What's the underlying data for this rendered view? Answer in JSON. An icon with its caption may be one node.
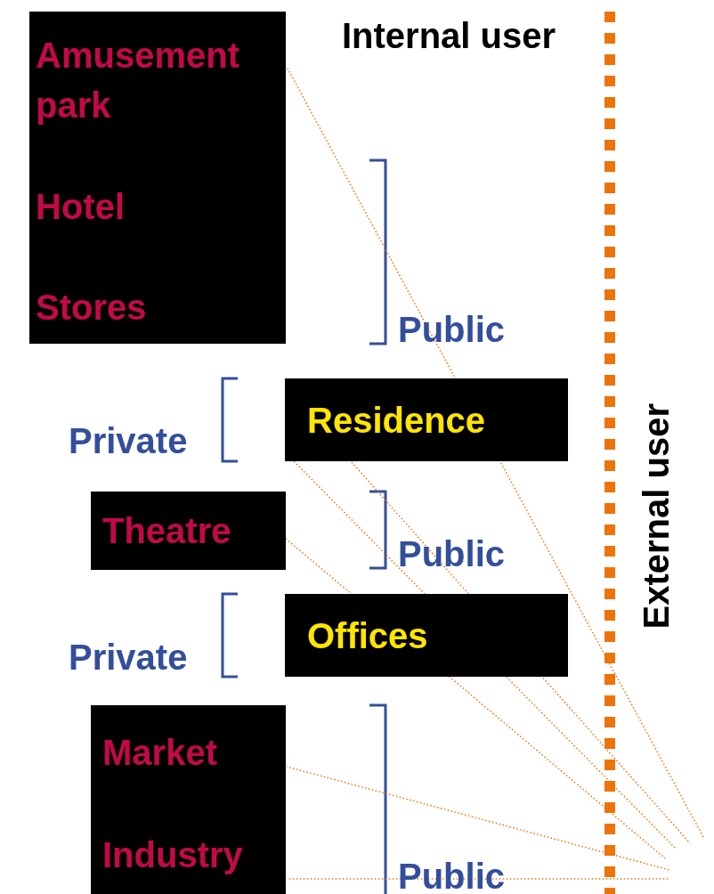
{
  "diagram": {
    "nodes": [
      {
        "text": [],
        "shape": "box"
      },
      {
        "text": [
          "Amusement park"
        ],
        "in": 0
      },
      {
        "text": [
          "Hotel"
        ],
        "in": 0
      },
      {
        "text": [
          "Stores"
        ],
        "in": 0
      },
      {
        "text": [
          "Residence"
        ]
      },
      {
        "text": [
          "Theatre"
        ]
      },
      {
        "text": [
          "Offices"
        ]
      },
      {
        "text": [],
        "shape": "box"
      },
      {
        "text": [
          "Market"
        ],
        "in": 7
      },
      {
        "text": [
          "Industry"
        ],
        "in": 7
      }
    ],
    "edges": [
      {
        "from": 1,
        "to": null,
        "arrow": "none"
      },
      {
        "from": 2,
        "to": null,
        "arrow": "none"
      },
      {
        "from": 3,
        "to": null,
        "arrow": "none"
      },
      {
        "from": 5,
        "to": null,
        "arrow": "none"
      },
      {
        "from": 8,
        "to": null,
        "arrow": "none"
      },
      {
        "from": 9,
        "to": null,
        "arrow": "none"
      }
    ],
    "labels": [
      "Internal user",
      "Public",
      "Private",
      "Public",
      "Private",
      "Public",
      "External user"
    ]
  }
}
